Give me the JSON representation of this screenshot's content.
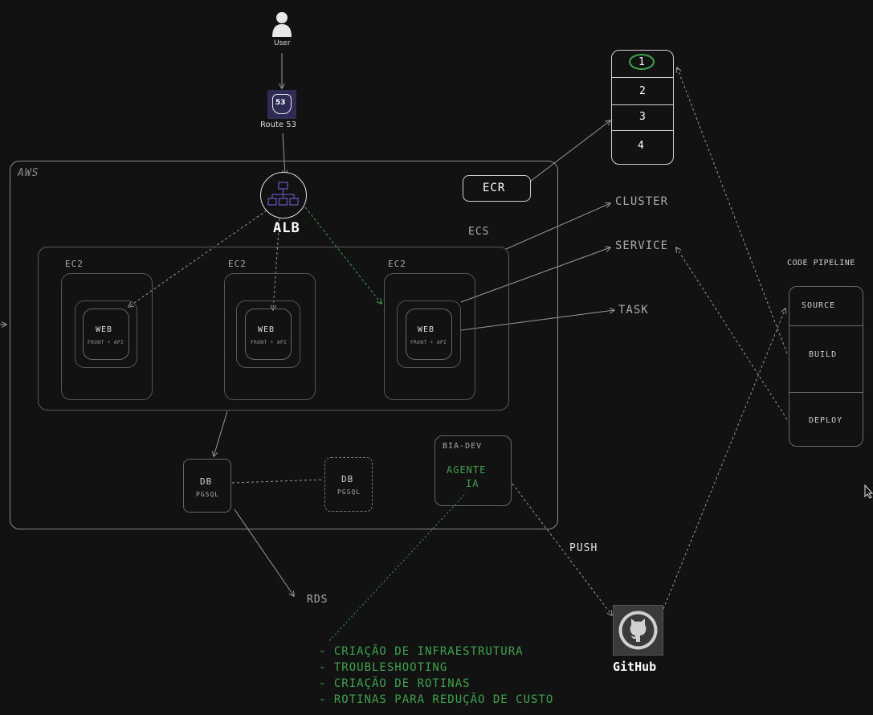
{
  "user": {
    "label": "User"
  },
  "route53": {
    "label": "Route 53",
    "badge": "53"
  },
  "aws": {
    "label": "AWS"
  },
  "alb": {
    "label": "ALB"
  },
  "ecr": {
    "label": "ECR"
  },
  "ecs": {
    "label": "ECS"
  },
  "ec2_nodes": [
    {
      "label": "EC2",
      "web": "WEB",
      "sub": "FRONT + API"
    },
    {
      "label": "EC2",
      "web": "WEB",
      "sub": "FRONT + API"
    },
    {
      "label": "EC2",
      "web": "WEB",
      "sub": "FRONT + API"
    }
  ],
  "db_primary": {
    "label": "DB",
    "sub": "PGSQL"
  },
  "db_replica": {
    "label": "DB",
    "sub": "PGSQL"
  },
  "bia_dev": {
    "label": "BIA-DEV",
    "agent_line1": "AGENTE",
    "agent_line2": "IA"
  },
  "rds": {
    "label": "RDS"
  },
  "ecr_repo": {
    "items": [
      "1",
      "2",
      "3",
      "4"
    ]
  },
  "ecs_concepts": {
    "cluster": "CLUSTER",
    "service": "SERVICE",
    "task": "TASK"
  },
  "pipeline": {
    "title": "CODE PIPELINE",
    "stages": [
      "SOURCE",
      "BUILD",
      "DEPLOY"
    ]
  },
  "push": {
    "label": "PUSH"
  },
  "github": {
    "label": "GitHub"
  },
  "agent_tasks": [
    "- CRIAÇÃO DE INFRAESTRUTURA",
    "- TROUBLESHOOTING",
    "- CRIAÇÃO DE ROTINAS",
    "- ROTINAS PARA REDUÇÃO DE CUSTO"
  ],
  "colors": {
    "background": "#121212",
    "stroke": "#6a6a6a",
    "accent_green": "#3fa34d",
    "alb_icon": "#5b4a9e"
  }
}
